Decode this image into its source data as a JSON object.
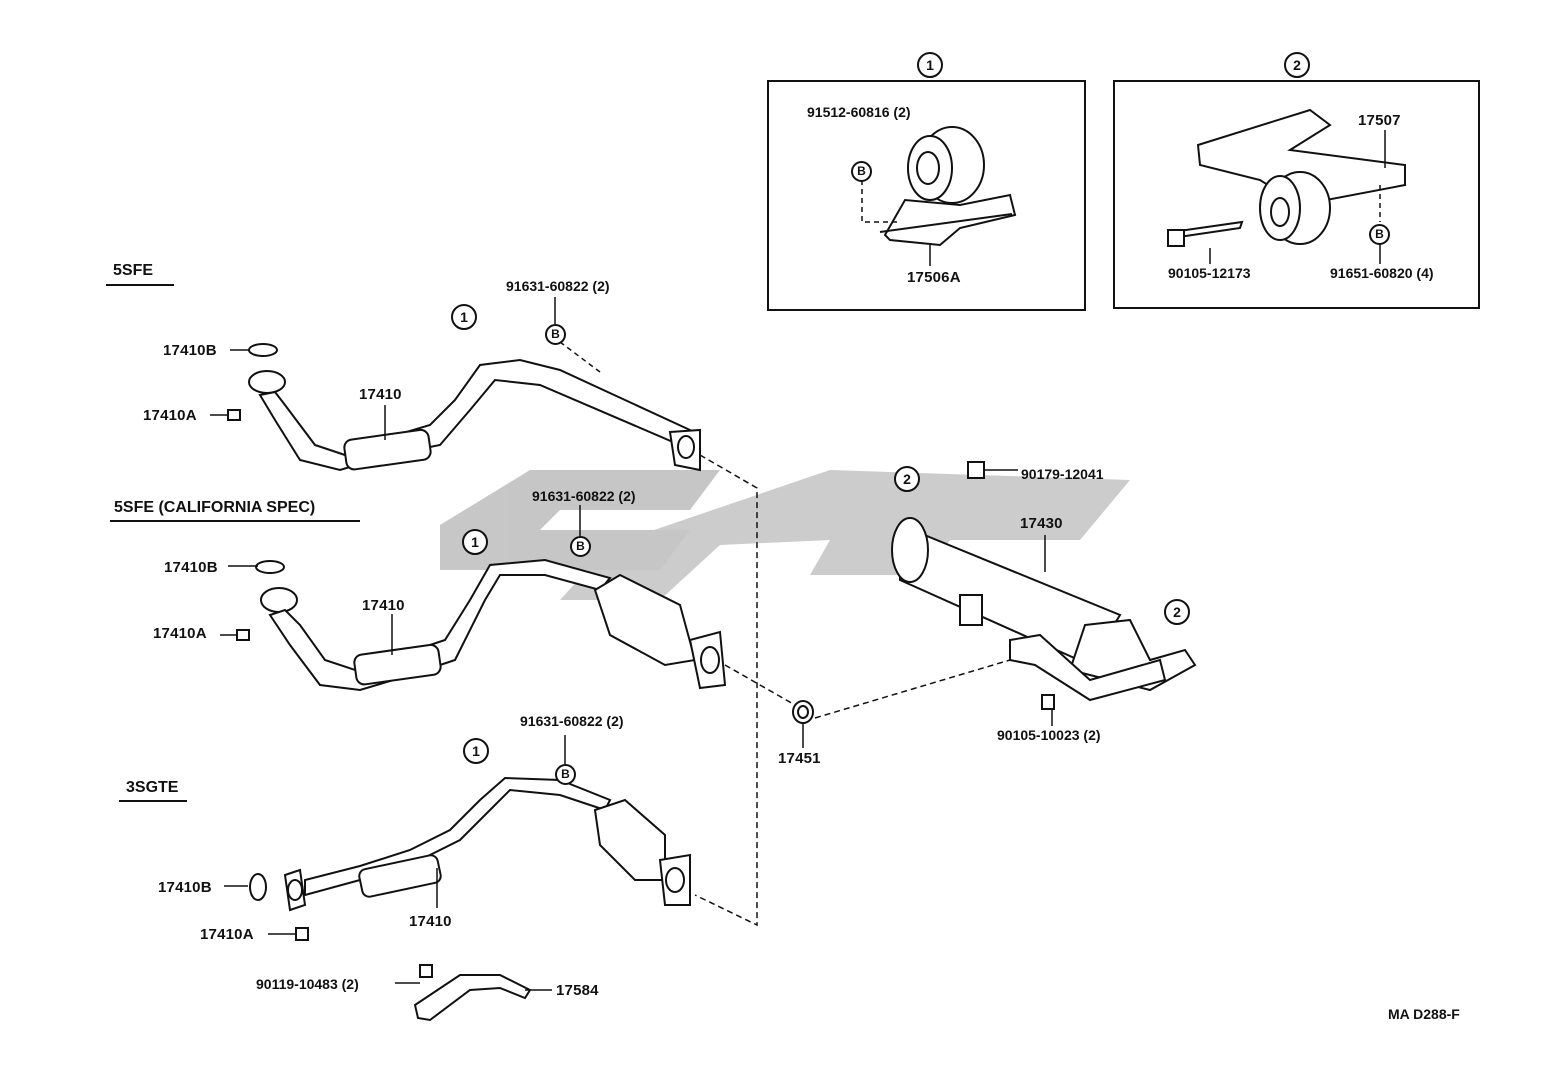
{
  "sections": {
    "s1": "5SFE",
    "s2": "5SFE (CALIFORNIA SPEC)",
    "s3": "3SGTE"
  },
  "callouts": {
    "c1": "1",
    "c2": "2",
    "b": "B"
  },
  "inset1": {
    "number": "1",
    "bolt": "91512-60816 (2)",
    "part": "17506A"
  },
  "inset2": {
    "number": "2",
    "bracket": "17507",
    "bolt": "90105-12173",
    "nut": "91651-60820 (4)"
  },
  "parts": {
    "p_17410B_a": "17410B",
    "p_17410A_a": "17410A",
    "p_17410_a": "17410",
    "bolt_a": "91631-60822 (2)",
    "p_17410B_b": "17410B",
    "p_17410A_b": "17410A",
    "p_17410_b": "17410",
    "bolt_b": "91631-60822 (2)",
    "p_17410B_c": "17410B",
    "p_17410A_c": "17410A",
    "p_17410_c": "17410",
    "bolt_c": "91631-60822 (2)",
    "bolt_d": "90119-10483 (2)",
    "p_17584": "17584",
    "gasket": "17451",
    "muffler": "17430",
    "nut_top": "90179-12041",
    "bolt_mid": "90105-10023 (2)"
  },
  "footer": "MA  D288-F",
  "watermark_color": "#b8b8b8"
}
